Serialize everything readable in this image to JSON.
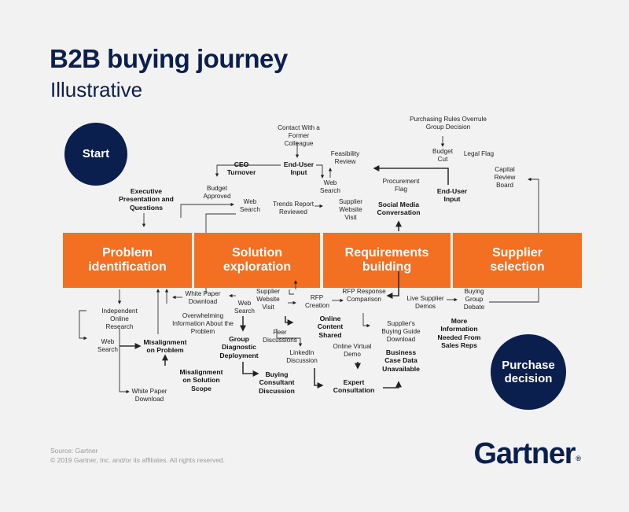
{
  "title": "B2B buying journey",
  "subtitle": "Illustrative",
  "start_label": "Start",
  "end_label": "Purchase decision",
  "stages": [
    "Problem identification",
    "Solution exploration",
    "Requirements building",
    "Supplier selection"
  ],
  "notes": {
    "contact_former_colleague": "Contact With a Former Colleague",
    "end_user_input_1": "End-User Input",
    "feasibility_review": "Feasibility Review",
    "ceo_turnover": "CEO Turnover",
    "budget_approved": "Budget Approved",
    "web_search_top": "Web Search",
    "web_search_top2": "Web Search",
    "executive_presentation": "Executive Presentation and Questions",
    "trends_report": "Trends Report Reviewed",
    "supplier_website_visit_top": "Supplier Website Visit",
    "purchasing_rules": "Purchasing Rules Overrule Group Decision",
    "budget_cut": "Budget Cut",
    "legal_flag": "Legal Flag",
    "capital_review_board": "Capital Review Board",
    "procurement_flag": "Procurement Flag",
    "end_user_input_2": "End-User Input",
    "social_media_conversation": "Social Media Conversation",
    "independent_research": "Independent Online Research",
    "web_search_left": "Web Search",
    "white_paper_left": "White Paper Download",
    "misalignment_problem": "Misalignment on Problem",
    "overwhelming_info": "Overwhelming Information About the Problem",
    "white_paper_mid": "White Paper Download",
    "web_search_mid": "Web Search",
    "group_diagnostic": "Group Diagnostic Deployment",
    "misalignment_scope": "Misalignment on Solution Scope",
    "buying_consultant": "Buying Consultant Discussion",
    "supplier_website_visit_mid": "Supplier Website Visit",
    "online_content_shared": "Online Content Shared",
    "peer_discussions": "Peer Discussions",
    "linkedin_discussion": "LinkedIn Discussion",
    "rfp_creation": "RFP Creation",
    "rfp_response": "RFP Response Comparison",
    "suppliers_buying_guide": "Supplier's Buying Guide Download",
    "online_virtual_demo": "Online Virtual Demo",
    "expert_consultation": "Expert Consultation",
    "business_case_data": "Business Case Data Unavailable",
    "live_supplier_demos": "Live Supplier Demos",
    "buying_group_debate": "Buying Group Debate",
    "more_information": "More Information Needed From Sales Reps"
  },
  "source_line": "Source: Gartner",
  "copyright_line": "© 2019 Gartner, Inc. and/or its affiliates. All rights reserved.",
  "logo_text": "Gartner",
  "logo_mark": "®",
  "colors": {
    "navy": "#0b1f4e",
    "orange": "#f36f21",
    "background": "#f2f2f2"
  }
}
